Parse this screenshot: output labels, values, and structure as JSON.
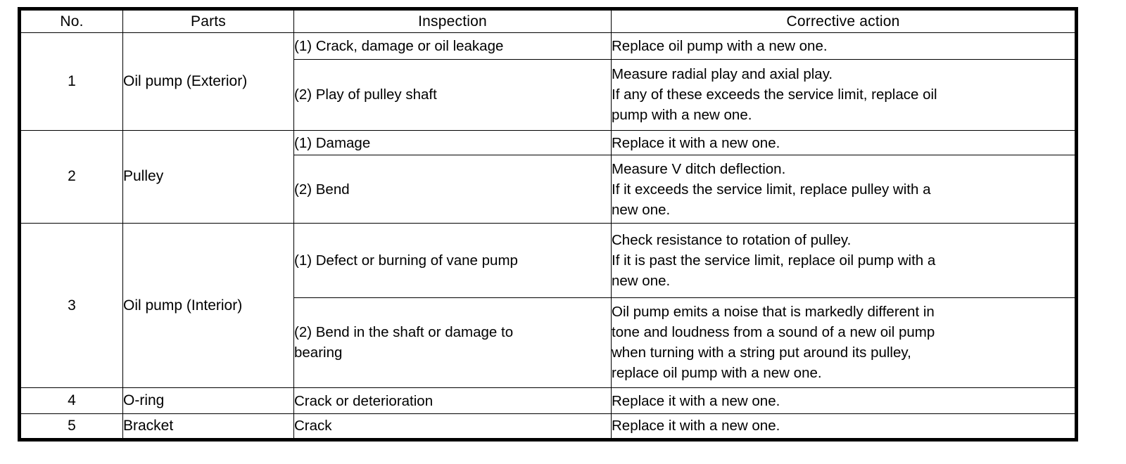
{
  "table": {
    "headers": [
      "No.",
      "Parts",
      "Inspection",
      "Corrective action"
    ],
    "rows": [
      {
        "no": "1",
        "part": "Oil pump (Exterior)",
        "items": [
          {
            "inspection": [
              "(1) Crack, damage or oil leakage"
            ],
            "corrective": [
              "Replace oil pump with a new one."
            ]
          },
          {
            "inspection": [
              "(2) Play of pulley shaft"
            ],
            "corrective": [
              "Measure radial play and axial play.",
              "If any of these exceeds the service limit, replace oil",
              "pump with a new one."
            ]
          }
        ]
      },
      {
        "no": "2",
        "part": "Pulley",
        "items": [
          {
            "inspection": [
              "(1) Damage"
            ],
            "corrective": [
              "Replace it with a new one."
            ]
          },
          {
            "inspection": [
              "(2) Bend"
            ],
            "corrective": [
              "Measure V ditch deflection.",
              "If it exceeds the service limit, replace pulley with a",
              "new one."
            ]
          }
        ]
      },
      {
        "no": "3",
        "part": "Oil pump (Interior)",
        "items": [
          {
            "inspection": [
              "(1) Defect or burning of vane pump"
            ],
            "corrective": [
              "Check resistance to rotation of pulley.",
              "If it is past the service limit, replace oil pump with a",
              "new one."
            ]
          },
          {
            "inspection": [
              "(2) Bend in the shaft or damage to",
              "bearing"
            ],
            "corrective": [
              "Oil pump emits a noise that is markedly different in",
              "tone and loudness from a sound of a new oil pump",
              "when turning with a string put around its pulley,",
              "replace oil pump with a new one."
            ]
          }
        ]
      },
      {
        "no": "4",
        "part": "O-ring",
        "items": [
          {
            "inspection": [
              "Crack or deterioration"
            ],
            "corrective": [
              "Replace it with a new one."
            ]
          }
        ]
      },
      {
        "no": "5",
        "part": "Bracket",
        "items": [
          {
            "inspection": [
              "Crack"
            ],
            "corrective": [
              "Replace it with a new one."
            ]
          }
        ]
      }
    ]
  }
}
